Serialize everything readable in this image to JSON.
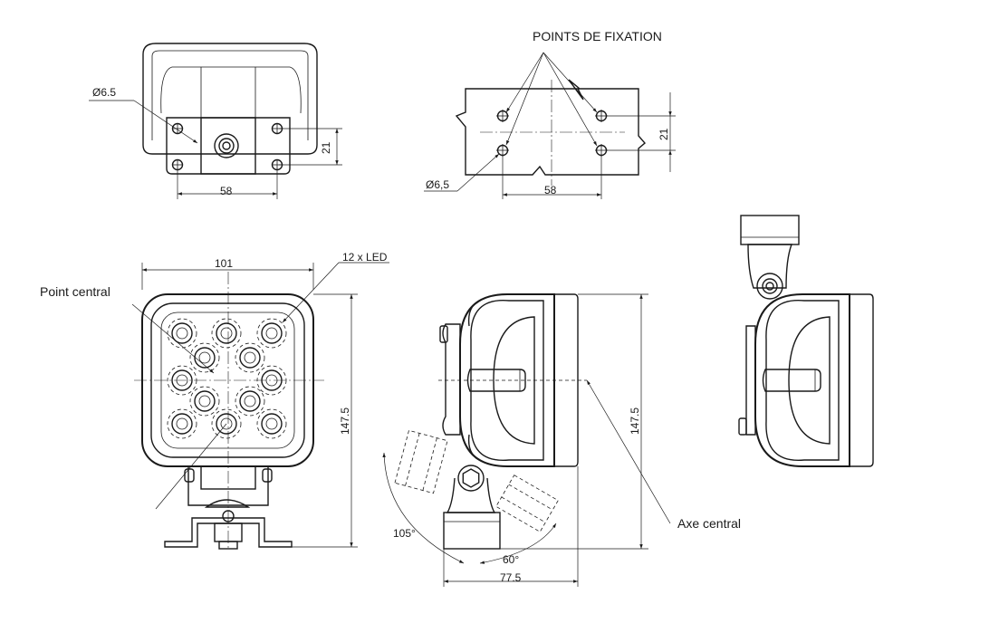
{
  "labels": {
    "points_fixation": "POINTS DE FIXATION",
    "point_central": "Point central",
    "led_count": "12 x LED",
    "axe_central": "Axe central"
  },
  "dimensions": {
    "bracket_top_hole_dia": "Ø6.5",
    "bracket_top_height": "21",
    "bracket_top_width": "58",
    "fix_hole_dia": "Ø6,5",
    "fix_height": "21",
    "fix_width": "58",
    "front_width": "101",
    "front_height": "147.5",
    "side_height": "147.5",
    "side_depth": "77.5",
    "tilt_back": "105°",
    "tilt_front": "60°"
  }
}
